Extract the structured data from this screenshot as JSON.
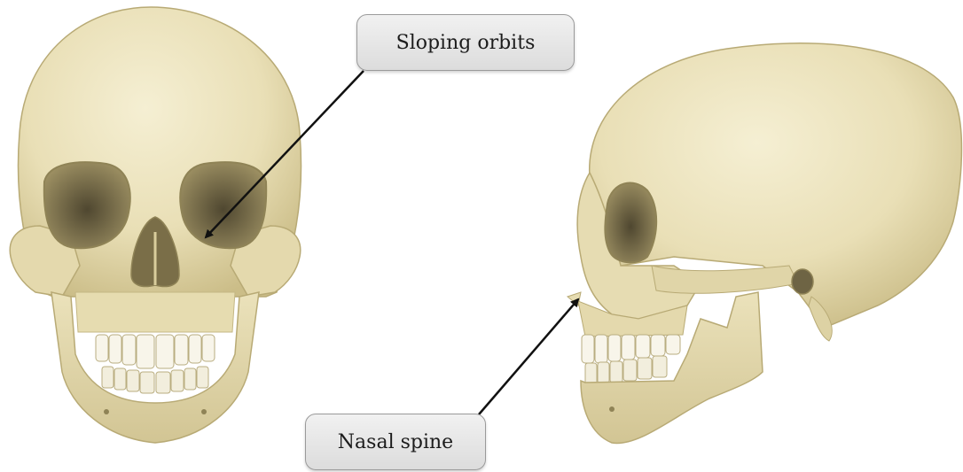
{
  "labels": {
    "sloping_orbits": "Sloping orbits",
    "nasal_spine": "Nasal spine"
  },
  "colors": {
    "bone": "#ece3bd",
    "bone_shadow": "#c9bc88",
    "cavity": "#6e6444",
    "arrow": "#111111",
    "callout_border": "#9a9a9a"
  },
  "figures": [
    "skull-frontal-view",
    "skull-lateral-view"
  ]
}
